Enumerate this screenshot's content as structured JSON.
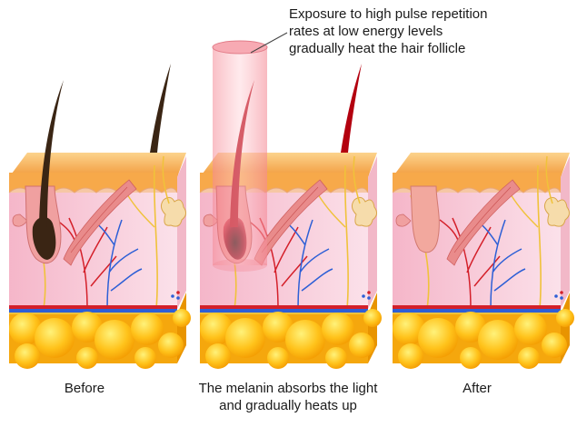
{
  "annotation": {
    "lines": [
      "Exposure to high pulse repetition",
      "rates at low energy levels",
      "gradually heat the hair follicle"
    ]
  },
  "captions": {
    "before": "Before",
    "middle_lines": [
      "The melanin absorbs the light",
      "and gradually heats up"
    ],
    "after": "After"
  },
  "colors": {
    "epidermis": "#f6b457",
    "dermis": "#f7c9d6",
    "fat": "#ffc21a",
    "hair_dark": "#3a2514",
    "hair_heated": "#b3000f",
    "laser_beam": "#f48a96",
    "artery": "#d4202a",
    "vein": "#2d5fd6",
    "nerve": "#f0c23a",
    "follicle": "#f0a0a0"
  },
  "icons": [
    "skin-cross-section",
    "hair-follicle",
    "laser-beam",
    "sweat-gland",
    "blood-vessels",
    "fat-cells"
  ]
}
